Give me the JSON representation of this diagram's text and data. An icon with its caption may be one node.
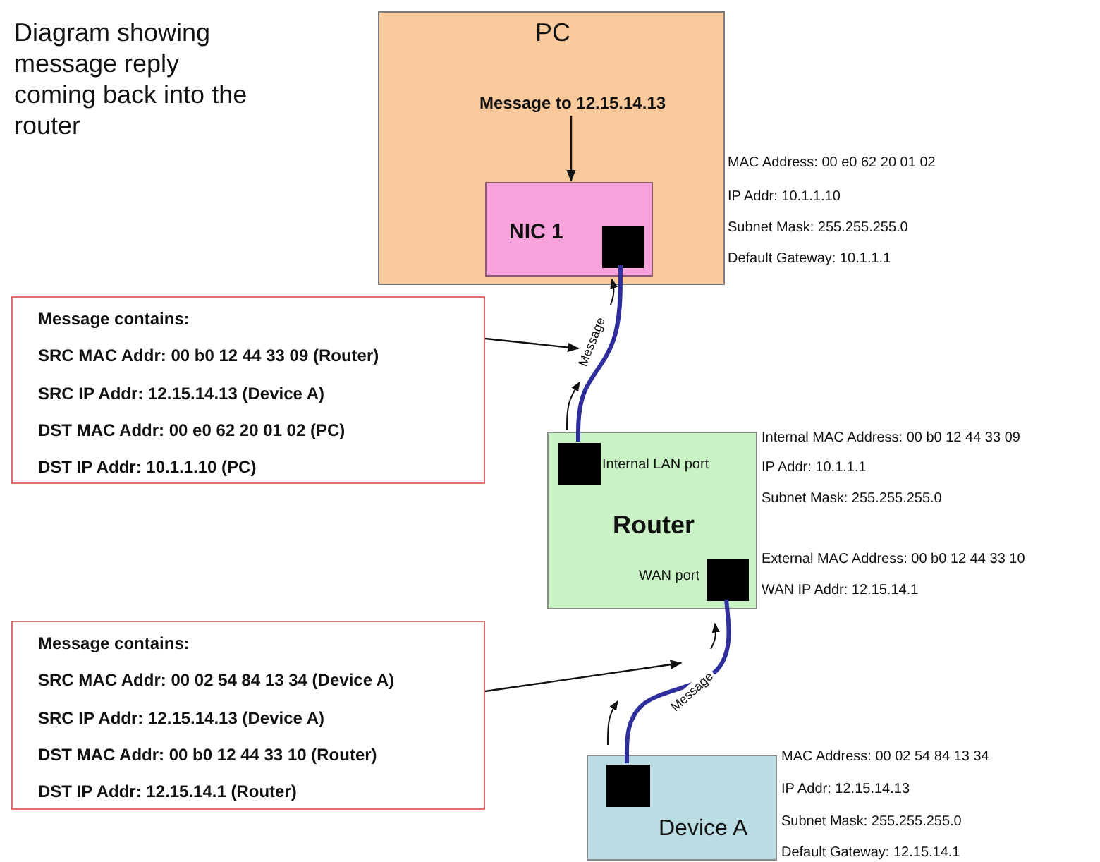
{
  "diagram": {
    "title": "Diagram showing message reply coming back into the router",
    "nodes": [
      {
        "text": [
          "PC"
        ],
        "beside": [
          "MAC Address:  00 e0 62 20 01 02",
          "IP Addr: 10.1.1.10",
          "Subnet Mask: 255.255.255.0",
          "Default Gateway: 10.1.1.1"
        ]
      },
      {
        "text": [
          "Message to 12.15.14.13"
        ],
        "in": 0
      },
      {
        "text": [
          "NIC 1"
        ],
        "in": 0
      },
      {
        "text": [],
        "shape": "box",
        "in": 2
      },
      {
        "text": [
          "Router"
        ],
        "beside": [
          "Internal MAC Address:  00 b0 12 44 33 09",
          "IP Addr: 10.1.1.1",
          "Subnet Mask: 255.255.255.0",
          "External MAC Address:  00 b0 12 44 33 10",
          "WAN IP Addr: 12.15.14.1"
        ]
      },
      {
        "text": [],
        "shape": "box",
        "in": 4,
        "beside": [
          "Internal LAN port"
        ]
      },
      {
        "text": [],
        "shape": "box",
        "in": 4,
        "beside": [
          "WAN port"
        ]
      },
      {
        "text": [
          "Device A"
        ],
        "beside": [
          "MAC Address:  00 02 54 84 13 34",
          "IP Addr: 12.15.14.13",
          "Subnet Mask: 255.255.255.0",
          "Default Gateway: 12.15.14.1"
        ]
      },
      {
        "text": [],
        "shape": "box",
        "in": 7
      },
      {
        "text": [
          "Message contains:",
          "SRC MAC Addr: 00 b0 12 44 33 09 (Router)",
          "SRC IP Addr: 12.15.14.13 (Device A)",
          "DST MAC Addr: 00 e0 62 20 01 02 (PC)",
          "DST IP Addr: 10.1.1.10 (PC)"
        ]
      },
      {
        "text": [
          "Message contains:",
          "SRC MAC Addr: 00 02 54 84 13 34 (Device A)",
          "SRC IP Addr: 12.15.14.13 (Device A)",
          "DST MAC Addr: 00 b0 12 44 33 10 (Router)",
          "DST IP Addr: 12.15.14.1 (Router)"
        ]
      }
    ],
    "edges": [
      {
        "from": 1,
        "to": 2,
        "arrow": "to"
      },
      {
        "from": 5,
        "to": 3,
        "arrow": "none",
        "label": "Message",
        "style": "thick",
        "color": "#2e2e9c"
      },
      {
        "from": 8,
        "to": 6,
        "arrow": "none",
        "label": "Message",
        "style": "thick",
        "color": "#2e2e9c"
      },
      {
        "from": 9,
        "to": null,
        "arrow": "to"
      },
      {
        "from": 10,
        "to": null,
        "arrow": "to"
      }
    ]
  }
}
